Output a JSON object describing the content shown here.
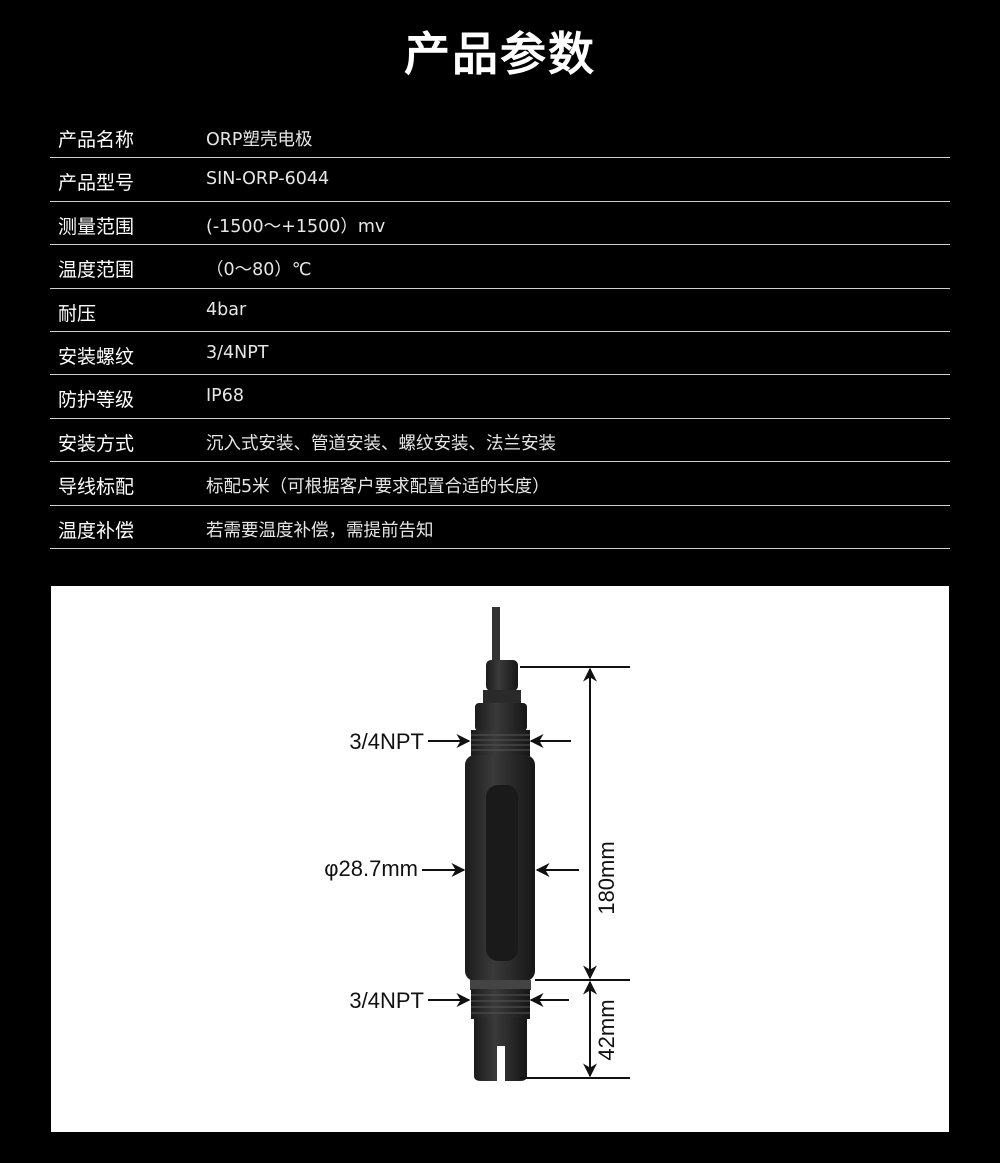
{
  "title": "产品参数",
  "specs": [
    {
      "label": "产品名称",
      "value": "ORP塑壳电极"
    },
    {
      "label": "产品型号",
      "value": "SIN-ORP-6044"
    },
    {
      "label": "测量范围",
      "value": "(-1500～+1500）mv"
    },
    {
      "label": "温度范围",
      "value": "（0～80）℃"
    },
    {
      "label": "耐压",
      "value": "4bar"
    },
    {
      "label": "安装螺纹",
      "value": "3/4NPT"
    },
    {
      "label": "防护等级",
      "value": "IP68"
    },
    {
      "label": "安装方式",
      "value": "沉入式安装、管道安装、螺纹安装、法兰安装"
    },
    {
      "label": "导线标配",
      "value": "标配5米（可根据客户要求配置合适的长度）"
    },
    {
      "label": "温度补偿",
      "value": "若需要温度补偿，需提前告知"
    }
  ],
  "diagram": {
    "upper_thread": "3/4NPT",
    "diameter": "φ28.7mm",
    "lower_thread": "3/4NPT",
    "length": "180mm",
    "tip_length": "42mm"
  }
}
